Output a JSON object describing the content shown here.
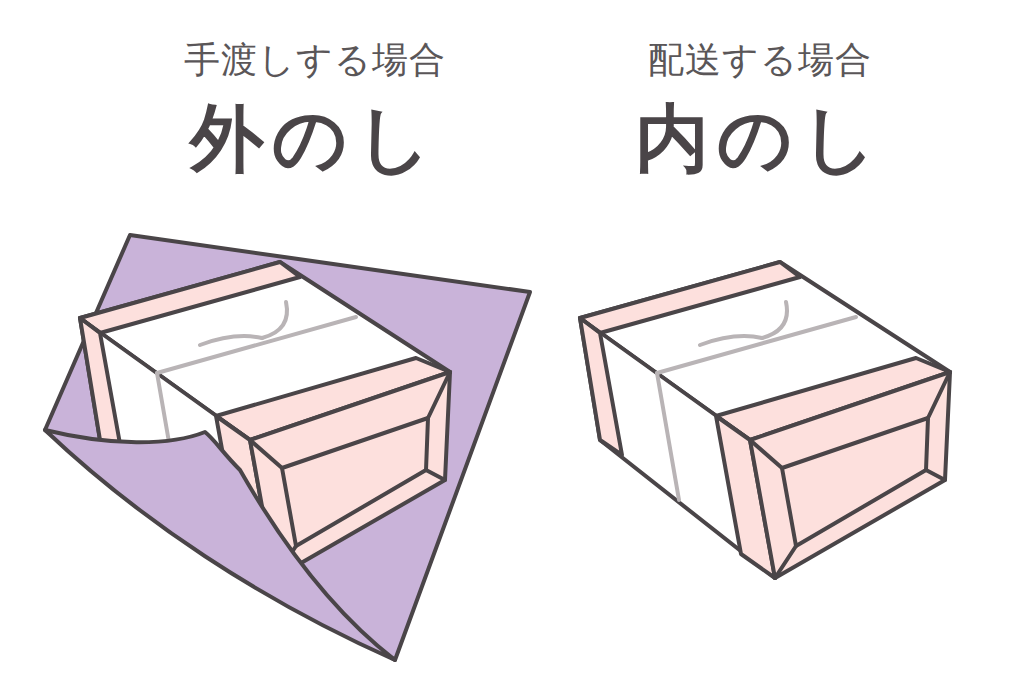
{
  "diagram": {
    "labels": [
      "手渡しする場合",
      "外のし",
      "配送する場合",
      "内のし"
    ]
  }
}
